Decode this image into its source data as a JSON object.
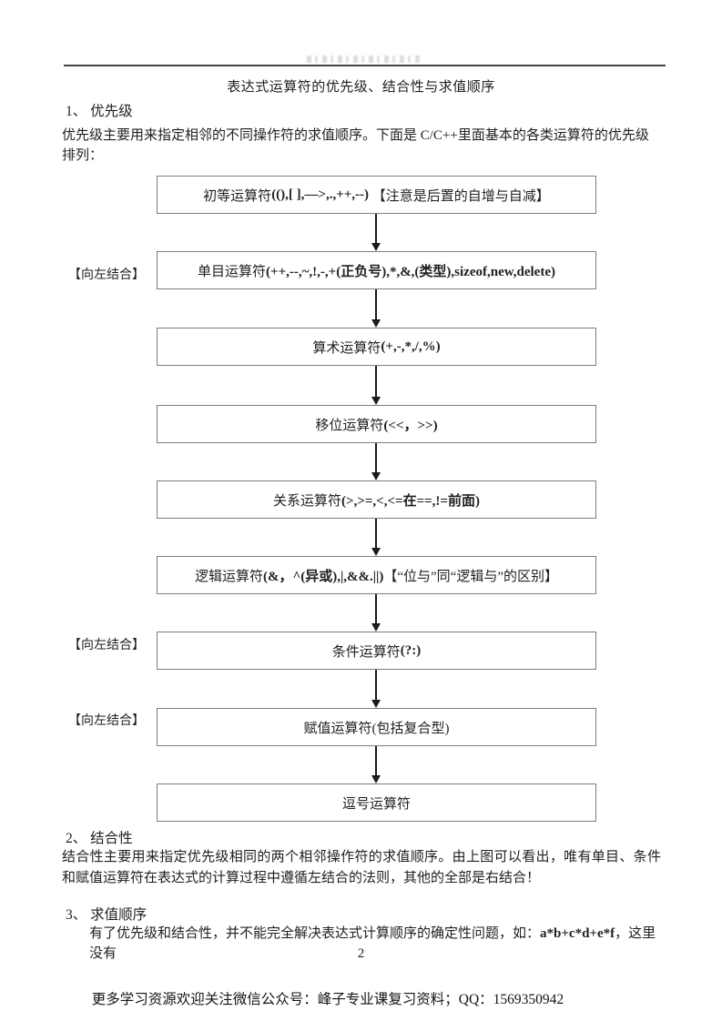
{
  "page": {
    "title": "表达式运算符的优先级、结合性与求值顺序",
    "page_number": "2",
    "footer": "更多学习资源欢迎关注微信公众号：峰子专业课复习资料；QQ：1569350942"
  },
  "sections": {
    "s1": {
      "heading": "1、 优先级",
      "body": "优先级主要用来指定相邻的不同操作符的求值顺序。下面是 C/C++里面基本的各类运算符的优先级排列："
    },
    "s2": {
      "heading": "2、 结合性",
      "body": "结合性主要用来指定优先级相同的两个相邻操作符的求值顺序。由上图可以看出，唯有单目、条件和赋值运算符在表达式的计算过程中遵循左结合的法则，其他的全部是右结合！"
    },
    "s3": {
      "heading": "3、 求值顺序",
      "body_pre": "有了优先级和结合性，并不能完全解决表达式计算顺序的确定性问题，如：",
      "body_expr": "a*b+c*d+e*f",
      "body_post": "，这里没有"
    }
  },
  "flowchart": {
    "assoc_label": "【向左结合】",
    "boxes": [
      {
        "pre": "初等运算符",
        "ops": "((),[ ],—>,.,++,--)",
        "suf": " 【注意是后置的自增与自减】"
      },
      {
        "pre": "单目运算符",
        "ops": "(++,--,~,!,-,+(正负号),*,&,(类型),sizeof,new,delete)"
      },
      {
        "pre": "算术运算符",
        "ops": "(+,-,*,/,%)"
      },
      {
        "pre": "移位运算符",
        "ops": "(<<，>>)"
      },
      {
        "pre": "关系运算符",
        "ops": "(>,>=,<,<=在==,!=前面)"
      },
      {
        "pre": "逻辑运算符",
        "ops": "(&，^(异或),|,&&.||)",
        "suf": "【“位与”同“逻辑与”的区别】"
      },
      {
        "pre": "条件运算符",
        "ops": "(?:)"
      },
      {
        "pre": "赋值运算符",
        "plain": "(包括复合型)"
      },
      {
        "pre": "逗号运算符"
      }
    ]
  }
}
